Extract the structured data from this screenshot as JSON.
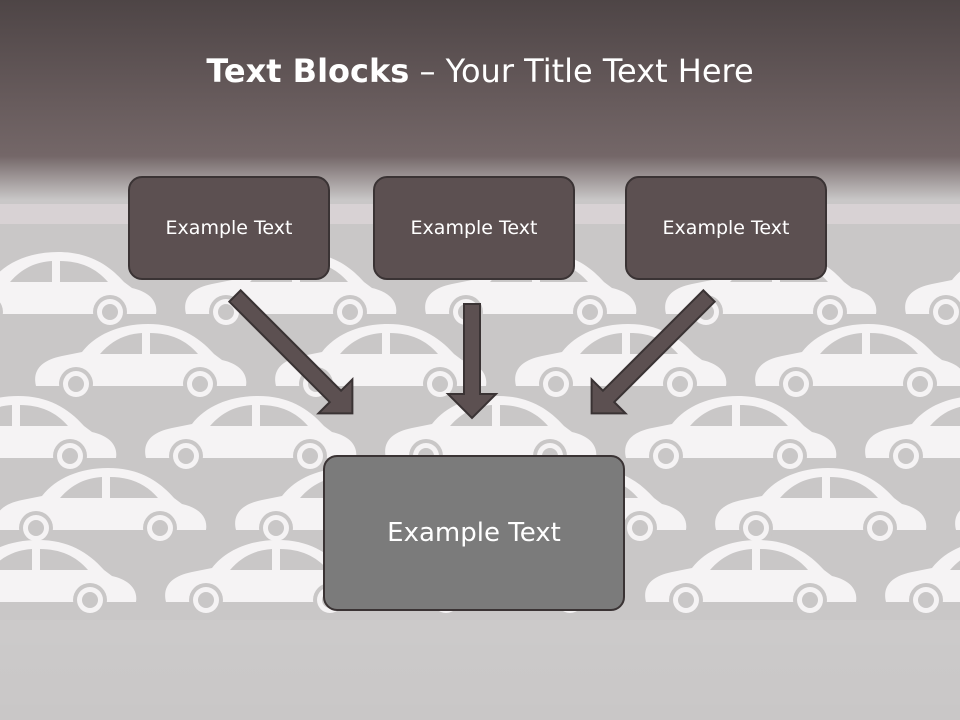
{
  "title": {
    "bold": "Text Blocks",
    "dash": " – ",
    "rest": "Your Title Text Here"
  },
  "boxes": {
    "top": [
      "Example Text",
      "Example Text",
      "Example Text"
    ],
    "main": "Example Text"
  },
  "colors": {
    "header_top": "#4e4546",
    "header_mid": "#736667",
    "background": "#c9c7c7",
    "band": "#d8d2d4",
    "car": "#f5f3f4",
    "box_dark": "#5c5051",
    "box_main": "#7b7b7b",
    "arrow": "#5c5051",
    "border": "#3a3334"
  },
  "icons": {
    "background_pattern": "car-icon",
    "connector": "arrow-down-icon"
  }
}
